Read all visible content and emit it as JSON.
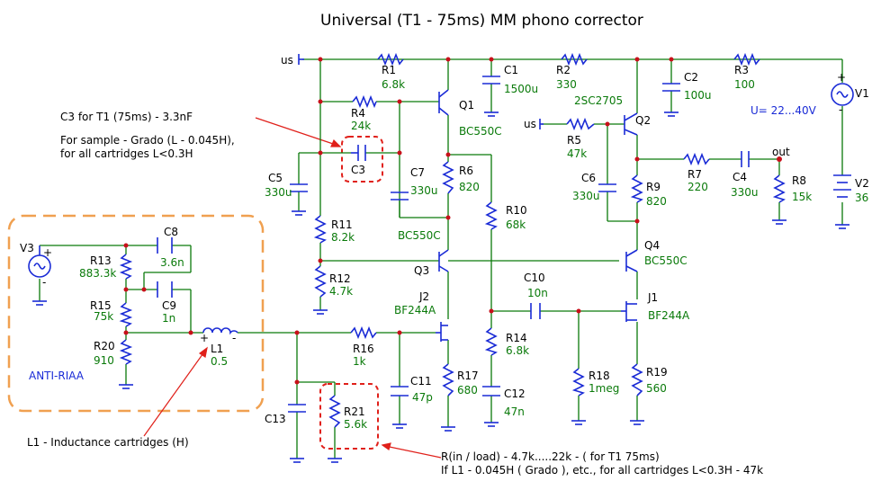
{
  "title": "Universal (T1 - 75ms)  MM phono corrector",
  "notes": {
    "c3_line1": "C3 for  T1 (75ms) - 3.3nF",
    "c3_line2": "For sample - Grado   (L - 0.045H),",
    "c3_line3": "for all cartridges  L<0.3H",
    "l1_note": "L1 - Inductance cartridges (H)",
    "r_line1": "R(in / load) - 4.7k.....22k - ( for T1 75ms)",
    "r_line2": "If L1 - 0.045H ( Grado ), etc.,  for all cartridges L<0.3H  - 47k",
    "anti_riaa": "ANTI-RIAA",
    "supply": "U= 22...40V"
  },
  "components": {
    "R1": {
      "name": "R1",
      "value": "6.8k"
    },
    "R2": {
      "name": "R2",
      "value": "330"
    },
    "R3": {
      "name": "R3",
      "value": "100"
    },
    "R4": {
      "name": "R4",
      "value": "24k"
    },
    "R5": {
      "name": "R5",
      "value": "47k"
    },
    "R6": {
      "name": "R6",
      "value": "820"
    },
    "R7": {
      "name": "R7",
      "value": "220"
    },
    "R8": {
      "name": "R8",
      "value": "15k"
    },
    "R9": {
      "name": "R9",
      "value": "820"
    },
    "R10": {
      "name": "R10",
      "value": "68k"
    },
    "R11": {
      "name": "R11",
      "value": "8.2k"
    },
    "R12": {
      "name": "R12",
      "value": "4.7k"
    },
    "R13": {
      "name": "R13",
      "value": "883.3k"
    },
    "R14": {
      "name": "R14",
      "value": "6.8k"
    },
    "R15": {
      "name": "R15",
      "value": "75k"
    },
    "R16": {
      "name": "R16",
      "value": "1k"
    },
    "R17": {
      "name": "R17",
      "value": "680"
    },
    "R18": {
      "name": "R18",
      "value": "1meg"
    },
    "R19": {
      "name": "R19",
      "value": "560"
    },
    "R20": {
      "name": "R20",
      "value": "910"
    },
    "R21": {
      "name": "R21",
      "value": "5.6k"
    },
    "C1": {
      "name": "C1",
      "value": "1500u"
    },
    "C2": {
      "name": "C2",
      "value": "100u"
    },
    "C3": {
      "name": "C3",
      "value": ""
    },
    "C4": {
      "name": "C4",
      "value": "330u"
    },
    "C5": {
      "name": "C5",
      "value": "330u"
    },
    "C6": {
      "name": "C6",
      "value": "330u"
    },
    "C7": {
      "name": "C7",
      "value": "330u"
    },
    "C8": {
      "name": "C8",
      "value": "3.6n"
    },
    "C9": {
      "name": "C9",
      "value": "1n"
    },
    "C10": {
      "name": "C10",
      "value": "10n"
    },
    "C11": {
      "name": "C11",
      "value": "47p"
    },
    "C12": {
      "name": "C12",
      "value": "47n"
    },
    "C13": {
      "name": "C13",
      "value": ""
    },
    "L1": {
      "name": "L1",
      "value": "0.5"
    },
    "Q1": {
      "name": "Q1",
      "type": "BC550C"
    },
    "Q2": {
      "name": "Q2",
      "type": "2SC2705"
    },
    "Q3": {
      "name": "Q3",
      "type": "BC550C"
    },
    "Q4": {
      "name": "Q4",
      "type": "BC550C"
    },
    "J1": {
      "name": "J1",
      "type": "BF244A"
    },
    "J2": {
      "name": "J2",
      "type": "BF244A"
    },
    "V1": {
      "name": "V1"
    },
    "V2": {
      "name": "V2",
      "value": "36"
    },
    "V3": {
      "name": "V3"
    }
  },
  "nets": {
    "us1": "us",
    "us2": "us",
    "out": "out"
  },
  "colors": {
    "wire": "#0b7a0b",
    "component": "#1a2bd6",
    "highlight": "#e0201a",
    "frame": "#f0a050",
    "junction": "#c8101a"
  }
}
